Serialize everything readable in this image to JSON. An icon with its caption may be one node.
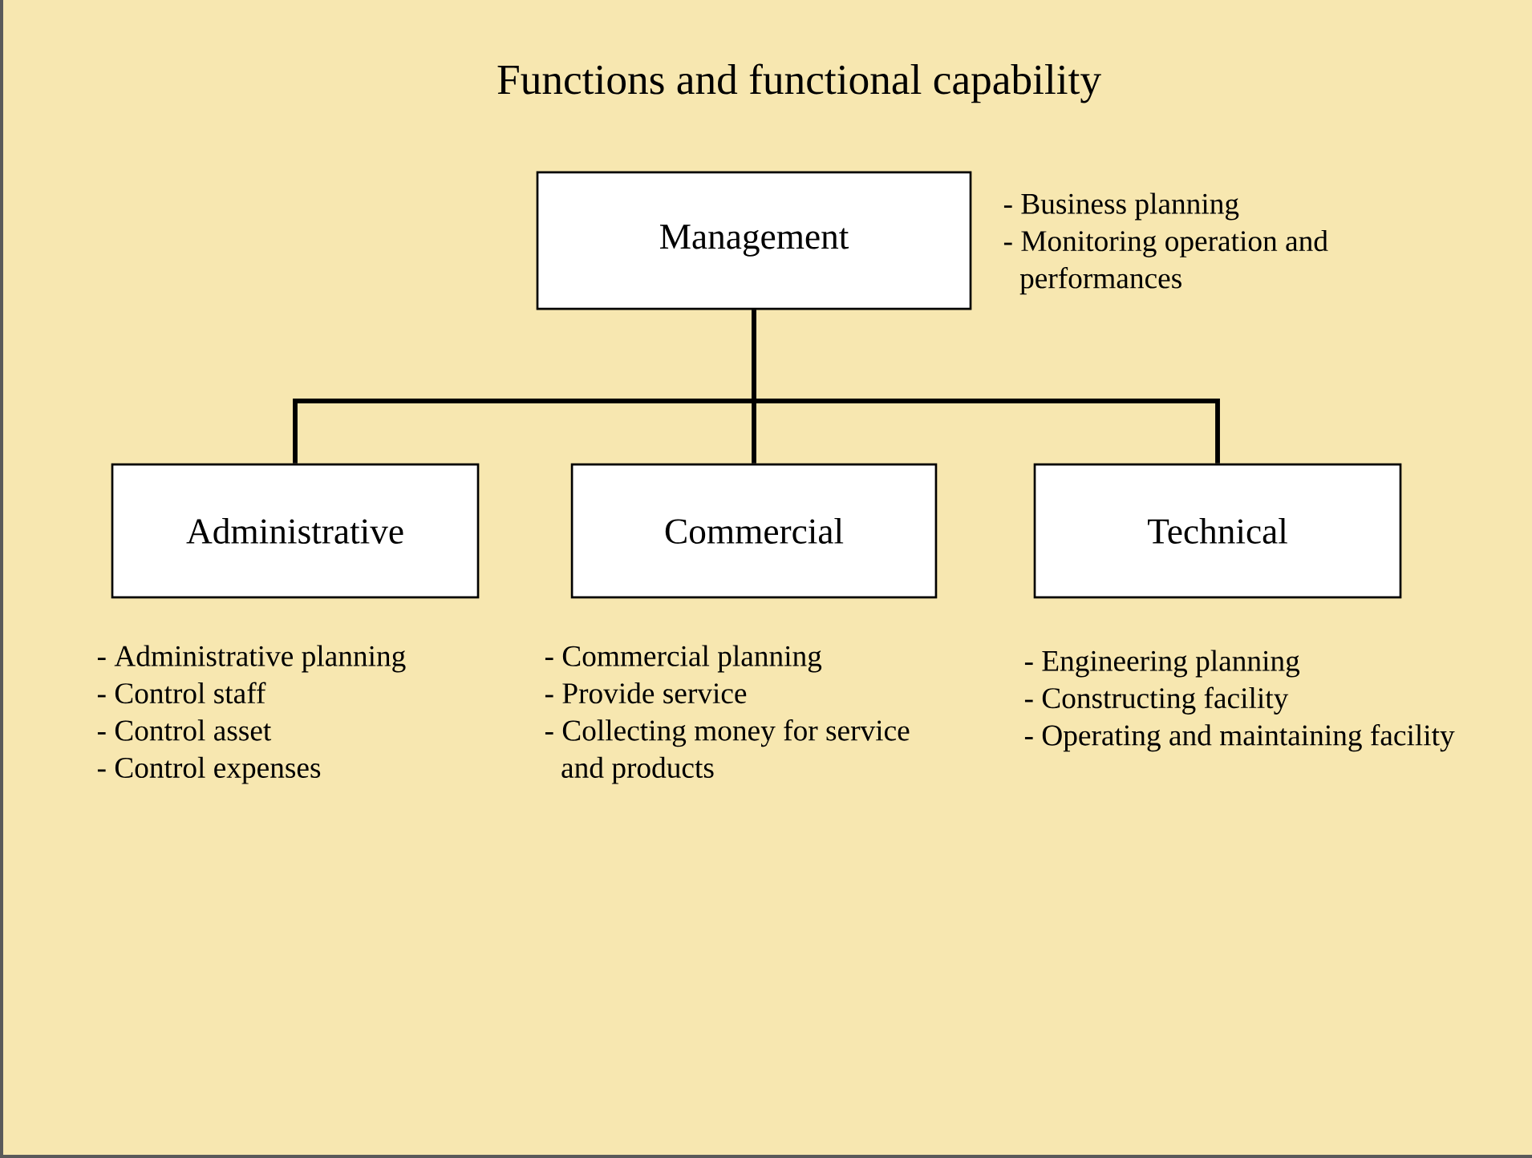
{
  "diagram": {
    "title": "Functions and functional capability",
    "nodes": [
      {
        "text": [
          "Management"
        ],
        "beside": [
          "- Business planning",
          "- Monitoring operation and performances"
        ]
      },
      {
        "text": [
          "Administrative"
        ],
        "beside": [
          "- Administrative planning",
          "- Control staff",
          "- Control asset",
          "- Control expenses"
        ]
      },
      {
        "text": [
          "Commercial"
        ],
        "beside": [
          "- Commercial planning",
          "- Provide service",
          "- Collecting money for service and products"
        ]
      },
      {
        "text": [
          "Technical"
        ],
        "beside": [
          "- Engineering planning",
          "- Constructing facility",
          "- Operating and maintaining facility"
        ]
      }
    ],
    "edges": [
      {
        "from": 0,
        "to": 1,
        "arrow": "none"
      },
      {
        "from": 0,
        "to": 2,
        "arrow": "none"
      },
      {
        "from": 0,
        "to": 3,
        "arrow": "none"
      }
    ]
  }
}
